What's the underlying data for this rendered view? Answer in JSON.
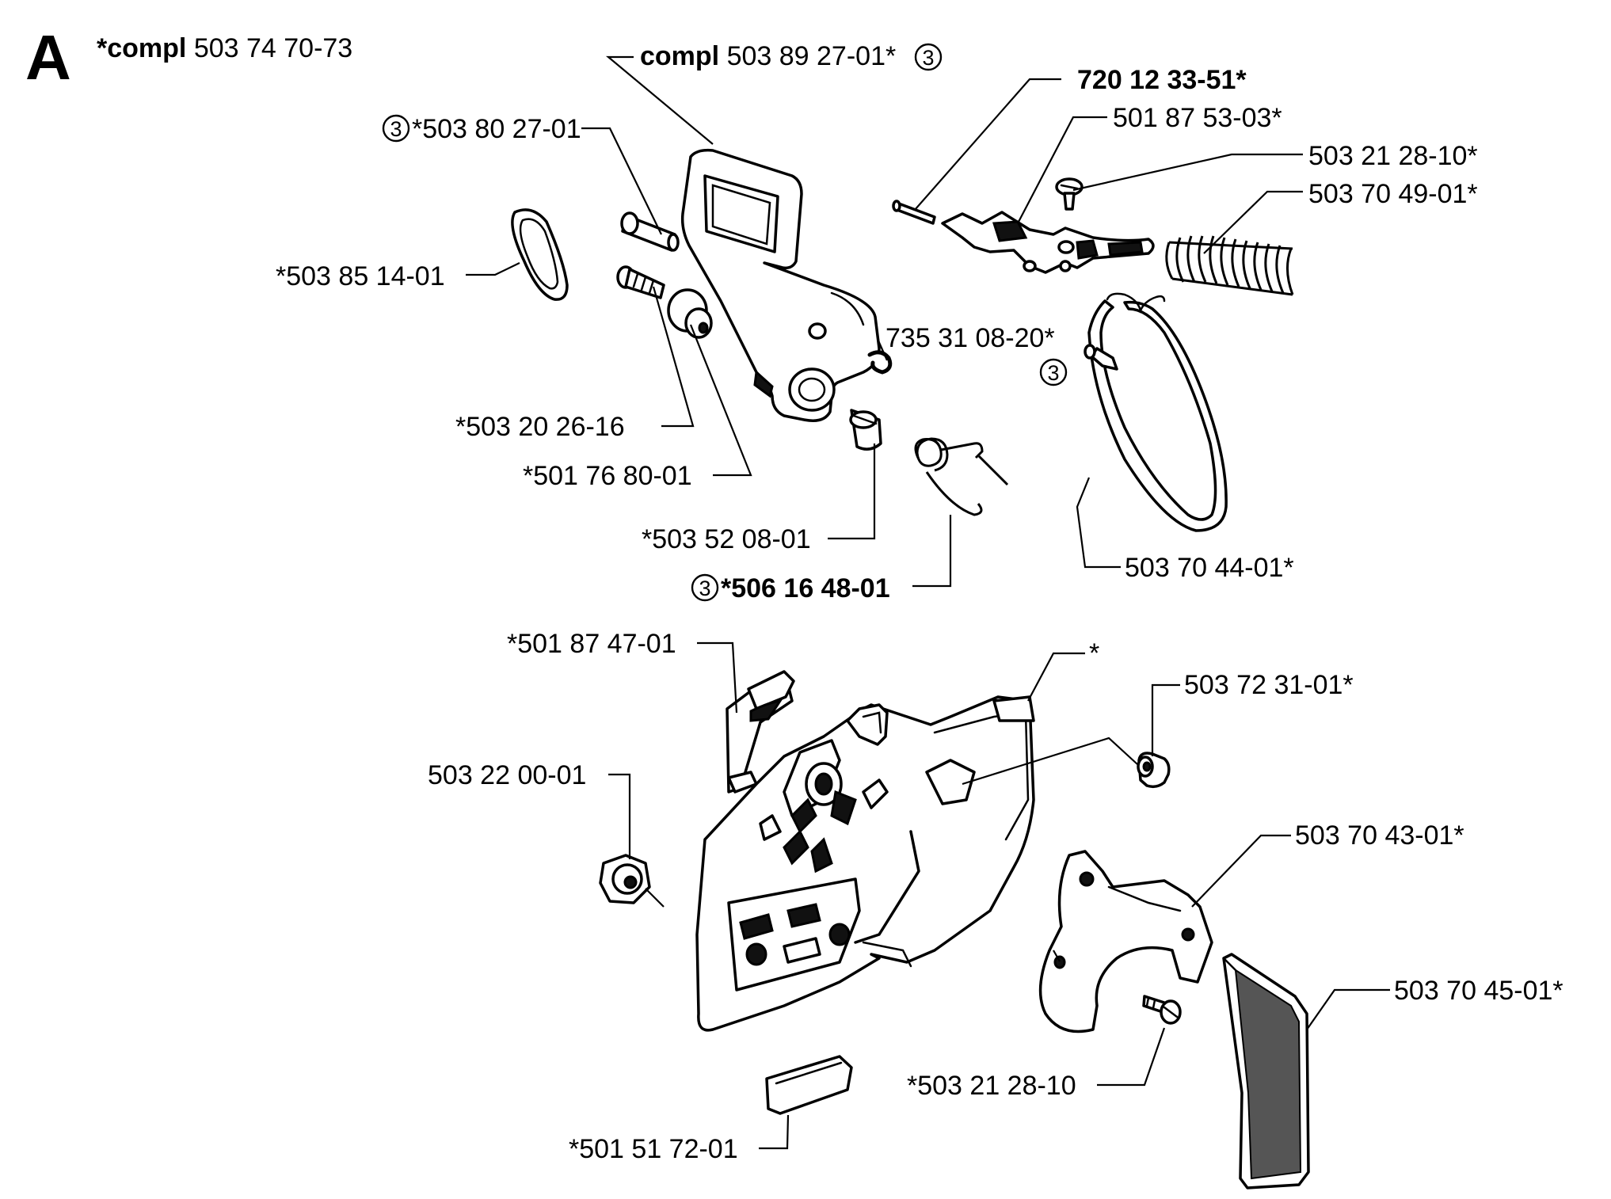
{
  "section": {
    "letter": "A",
    "kit_star": "*",
    "kit_word": "compl",
    "kit_number": "503 74 70-73"
  },
  "labels": {
    "guard_compl_word": "compl",
    "guard_compl_num": "503 89 27-01*",
    "pin_503802701": "*503 80 27-01",
    "p_72012335": "720 12 33-51*",
    "p_501875303": "501 87 53-03*",
    "p_503212810": "503 21 28-10*",
    "p_503704901": "503 70  49-01*",
    "p_503851401": "*503 85 14-01",
    "p_735310820": "735 31 08-20*",
    "p_503202616": "*503 20 26-16",
    "p_501768001": "*501 76 80-01",
    "p_503520801": "*503 52 08-01",
    "p_506164801": "*506 16 48-01",
    "p_503704401": "503 70 44-01*",
    "p_501874701": "*501 87 47-01",
    "p_star": "*",
    "p_503723101": "503 72 31-01*",
    "p_503220001": "503 22 00-01",
    "p_503704301": "503 70 43-01*",
    "p_503704501": "503 70 45-01*",
    "p_503212810b": "*503 21 28-10",
    "p_501517201": "*501 51 72-01"
  },
  "circle_marker": "3"
}
